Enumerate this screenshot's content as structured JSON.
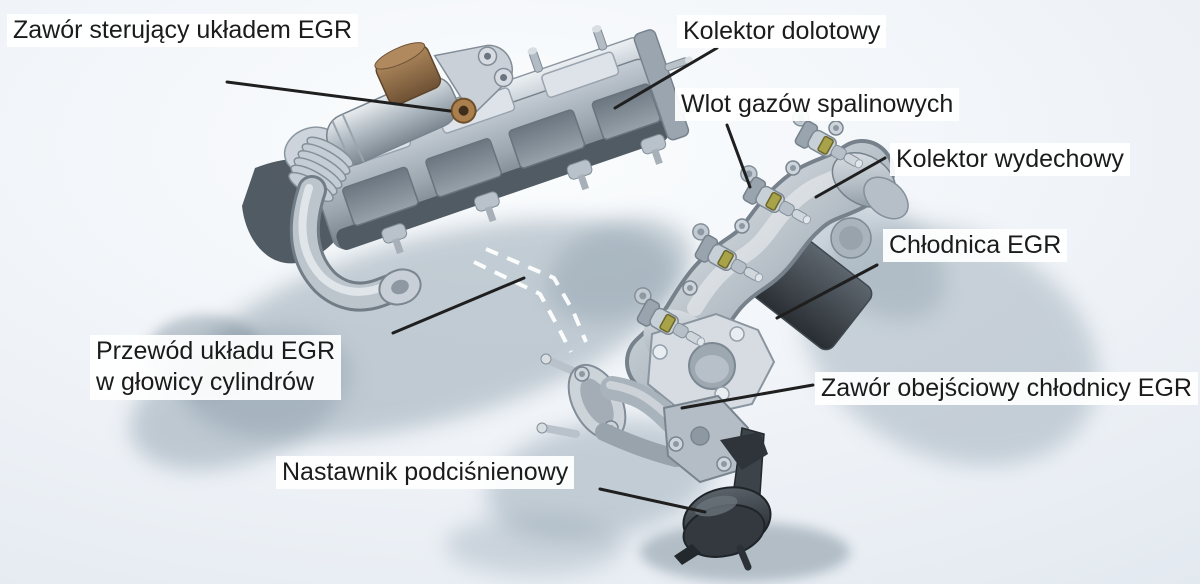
{
  "diagram": {
    "type": "annotated-technical-illustration",
    "subject": "EGR system components",
    "labels": {
      "egr_control_valve": "Zawór sterujący układem EGR",
      "intake_manifold": "Kolektor dolotowy",
      "exhaust_gas_inlet": "Wlot gazów spalinowych",
      "exhaust_manifold": "Kolektor wydechowy",
      "egr_cooler": "Chłodnica EGR",
      "egr_passage": {
        "line1": "Przewód układu EGR",
        "line2": "w głowicy cylindrów"
      },
      "egr_cooler_bypass_valve": "Zawór obejściowy chłodnicy EGR",
      "vacuum_actuator": "Nastawnik podciśnienowy"
    },
    "colors": {
      "background": "#eef2f7",
      "label_text": "#1b1b1b",
      "leader_line": "#1f1f1f",
      "hidden_passage_dashes": "#ffffff",
      "metal_light": "#d8dee4",
      "metal_mid": "#9aa5ae",
      "metal_dark": "#4e5861",
      "egr_valve_cap_brown": "#9b7450",
      "copper_ring": "#aa7f4d",
      "stud_band_yellow": "#a8a249",
      "actuator_dark": "#2e3439",
      "shadow": "#8fa0ad"
    }
  }
}
